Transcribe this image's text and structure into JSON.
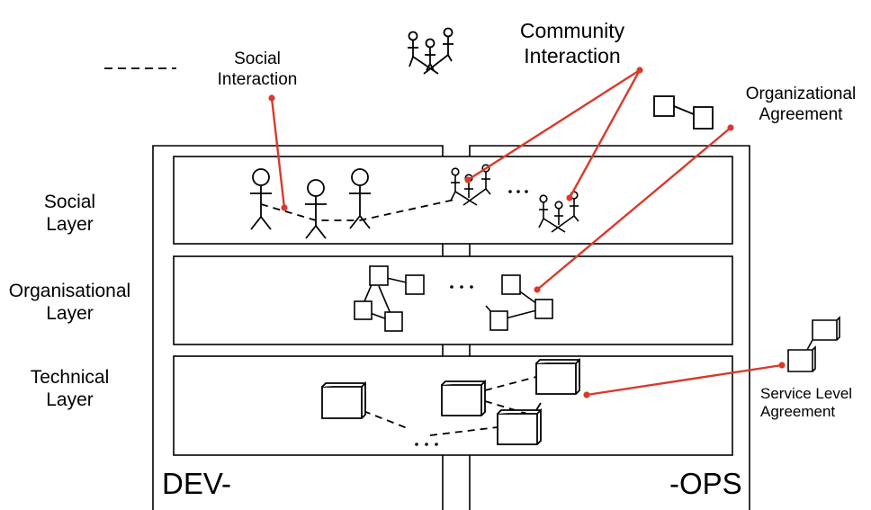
{
  "layers": [
    {
      "line1": "Social",
      "line2": "Layer"
    },
    {
      "line1": "Organisational",
      "line2": "Layer"
    },
    {
      "line1": "Technical",
      "line2": "Layer"
    }
  ],
  "legend": {
    "social_interaction": {
      "line1": "Social",
      "line2": "Interaction"
    },
    "community_interaction": {
      "line1": "Community",
      "line2": "Interaction"
    },
    "organizational_agreement": {
      "line1": "Organizational",
      "line2": "Agreement"
    },
    "service_level_agreement": {
      "line1": "Service Level",
      "line2": "Agreement"
    }
  },
  "sides": {
    "dev": "DEV-",
    "ops": "-OPS"
  },
  "ellipsis": "...",
  "colors": {
    "connector": "#d93a2b",
    "stroke": "#000000",
    "background": "#ffffff"
  }
}
